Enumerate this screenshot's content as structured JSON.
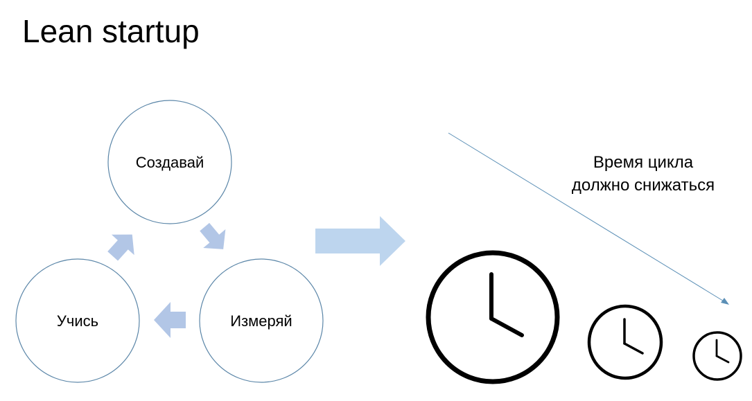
{
  "title": "Lean startup",
  "cycle": {
    "nodes": [
      {
        "id": "build",
        "label": "Создавай"
      },
      {
        "id": "measure",
        "label": "Измеряй"
      },
      {
        "id": "learn",
        "label": "Учись"
      }
    ]
  },
  "note": {
    "line1": "Время цикла",
    "line2": "должно снижаться"
  },
  "colors": {
    "circle_stroke": "#5b86a8",
    "cycle_arrow": "#b2c6e6",
    "big_arrow": "#bdd5ee",
    "trend_line": "#5b8fb6",
    "clock": "#000000"
  },
  "icons": [
    "clock-icon",
    "clock-icon",
    "clock-icon"
  ]
}
